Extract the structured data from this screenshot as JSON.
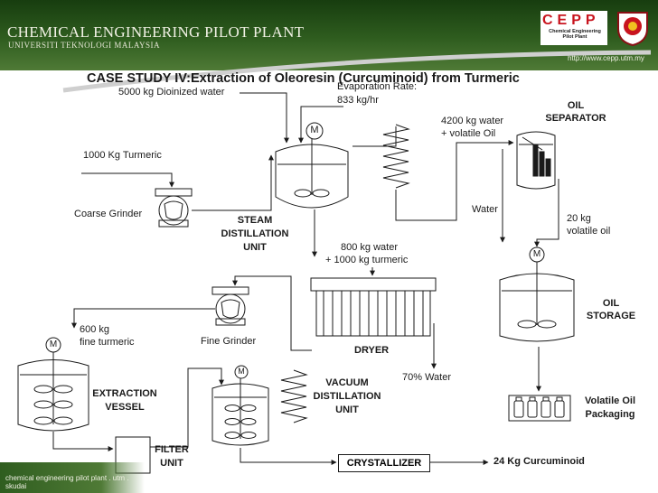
{
  "header": {
    "org_name": "CHEMICAL ENGINEERING PILOT PLANT",
    "org_sub": "UNIVERSITI TEKNOLOGI MALAYSIA",
    "logo_text": "CEPP",
    "logo_sub": "Chemical Engineering Pilot Plant",
    "url": "http://www.cepp.utm.my"
  },
  "footer": {
    "text": "chemical engineering pilot plant . utm . skudai"
  },
  "title": "CASE STUDY IV:Extraction of Oleoresin (Curcuminoid) from Turmeric",
  "labels": {
    "water_in": "5000 kg Dioinized water",
    "evap_rate_1": "Evaporation Rate:",
    "evap_rate_2": "833 kg/hr",
    "water_oil_1": "4200 kg water",
    "water_oil_2": "+ volatile Oil",
    "oil_sep_1": "OIL",
    "oil_sep_2": "SEPARATOR",
    "turmeric_in": "1000 Kg Turmeric",
    "coarse_grinder": "Coarse Grinder",
    "steam_1": "STEAM",
    "steam_2": "DISTILLATION",
    "steam_3": "UNIT",
    "water_out": "Water",
    "vol_oil_1": "20 kg",
    "vol_oil_2": "volatile oil",
    "dryer_feed_1": "800 kg water",
    "dryer_feed_2": "+ 1000 kg turmeric",
    "oil_storage_1": "OIL",
    "oil_storage_2": "STORAGE",
    "fine_turmeric_1": "600 kg",
    "fine_turmeric_2": "fine turmeric",
    "fine_grinder": "Fine Grinder",
    "dryer": "DRYER",
    "water_70": "70% Water",
    "vacuum_1": "VACUUM",
    "vacuum_2": "DISTILLATION",
    "vacuum_3": "UNIT",
    "extraction_1": "EXTRACTION",
    "extraction_2": "VESSEL",
    "vol_pack_1": "Volatile Oil",
    "vol_pack_2": "Packaging",
    "filter_1": "FILTER",
    "filter_2": "UNIT",
    "crystallizer": "CRYSTALLIZER",
    "product": "24 Kg Curcuminoid",
    "motor": "M"
  },
  "colors": {
    "header_green": "#2f5d1f",
    "line": "#1a1a1a",
    "swoosh": "#c8c8c8"
  }
}
